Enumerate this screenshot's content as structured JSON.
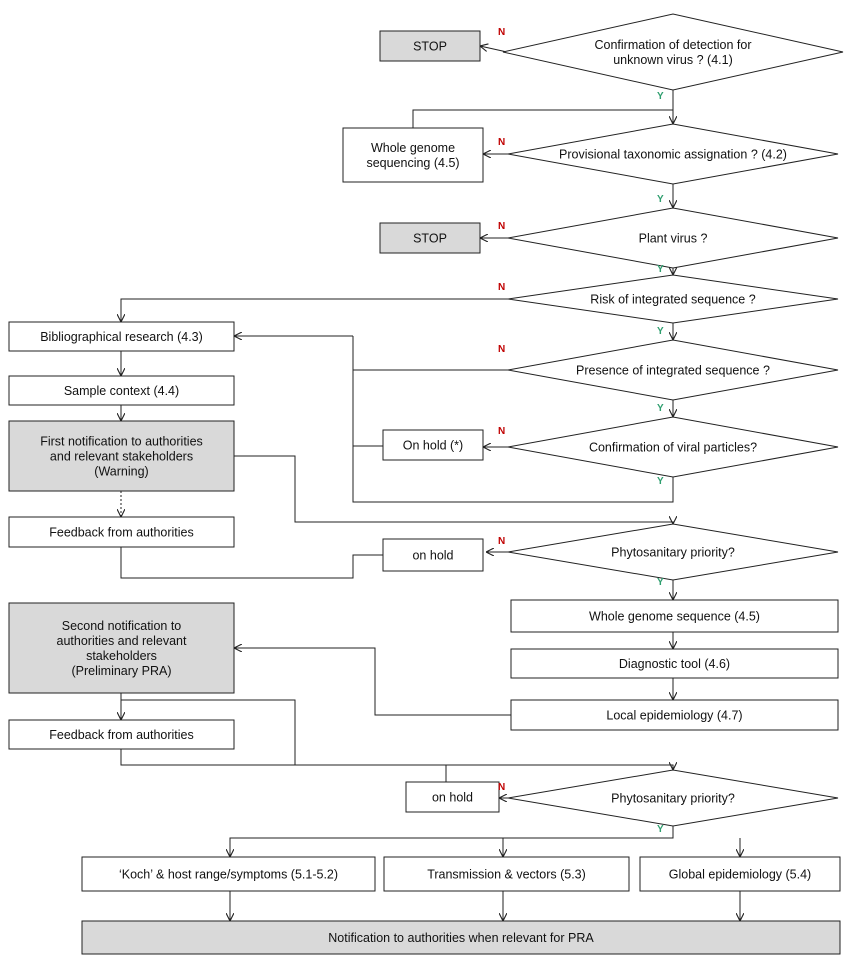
{
  "colors": {
    "shaded_fill": "#d9d9d9",
    "no_label": "#c00000",
    "yes_label": "#2e9e6e",
    "line": "#222222"
  },
  "labels": {
    "yes": "Y",
    "no": "N"
  },
  "decisions": [
    {
      "id": "d1",
      "lines": [
        "Confirmation of detection for",
        "unknown virus ? (4.1)"
      ]
    },
    {
      "id": "d2",
      "lines": [
        "Provisional taxonomic assignation ? (4.2)"
      ]
    },
    {
      "id": "d3",
      "lines": [
        "Plant virus ?"
      ]
    },
    {
      "id": "d4",
      "lines": [
        "Risk of integrated sequence ?"
      ]
    },
    {
      "id": "d5",
      "lines": [
        "Presence of integrated sequence ?"
      ]
    },
    {
      "id": "d6",
      "lines": [
        "Confirmation of viral particles?"
      ]
    },
    {
      "id": "d7",
      "lines": [
        "Phytosanitary priority?"
      ]
    },
    {
      "id": "d8",
      "lines": [
        "Phytosanitary priority?"
      ]
    }
  ],
  "boxes": [
    {
      "id": "stop1",
      "lines": [
        "STOP"
      ],
      "shaded": true
    },
    {
      "id": "wgs1",
      "lines": [
        "Whole genome",
        "sequencing (4.5)"
      ],
      "shaded": false
    },
    {
      "id": "stop2",
      "lines": [
        "STOP"
      ],
      "shaded": true
    },
    {
      "id": "biblio",
      "lines": [
        "Bibliographical research (4.3)"
      ],
      "shaded": false
    },
    {
      "id": "sample",
      "lines": [
        "Sample context (4.4)"
      ],
      "shaded": false
    },
    {
      "id": "notif1",
      "lines": [
        "First notification to authorities",
        "and relevant stakeholders",
        "(Warning)"
      ],
      "shaded": true
    },
    {
      "id": "hold1",
      "lines": [
        "On hold (*)"
      ],
      "shaded": false
    },
    {
      "id": "fb1",
      "lines": [
        "Feedback from authorities"
      ],
      "shaded": false
    },
    {
      "id": "hold2",
      "lines": [
        "on hold"
      ],
      "shaded": false
    },
    {
      "id": "wgs2",
      "lines": [
        "Whole genome sequence (4.5)"
      ],
      "shaded": false
    },
    {
      "id": "notif2",
      "lines": [
        "Second notification to",
        "authorities and relevant",
        "stakeholders",
        "(Preliminary PRA)"
      ],
      "shaded": true
    },
    {
      "id": "diag",
      "lines": [
        "Diagnostic tool (4.6)"
      ],
      "shaded": false
    },
    {
      "id": "local",
      "lines": [
        "Local epidemiology (4.7)"
      ],
      "shaded": false
    },
    {
      "id": "fb2",
      "lines": [
        "Feedback from authorities"
      ],
      "shaded": false
    },
    {
      "id": "hold3",
      "lines": [
        "on hold"
      ],
      "shaded": false
    },
    {
      "id": "koch",
      "lines": [
        "‘Koch’ & host range/symptoms (5.1-5.2)"
      ],
      "shaded": false
    },
    {
      "id": "trans",
      "lines": [
        "Transmission  & vectors (5.3)"
      ],
      "shaded": false
    },
    {
      "id": "global",
      "lines": [
        "Global epidemiology (5.4)"
      ],
      "shaded": false
    },
    {
      "id": "final",
      "lines": [
        "Notification to authorities when relevant for PRA"
      ],
      "shaded": true
    }
  ]
}
